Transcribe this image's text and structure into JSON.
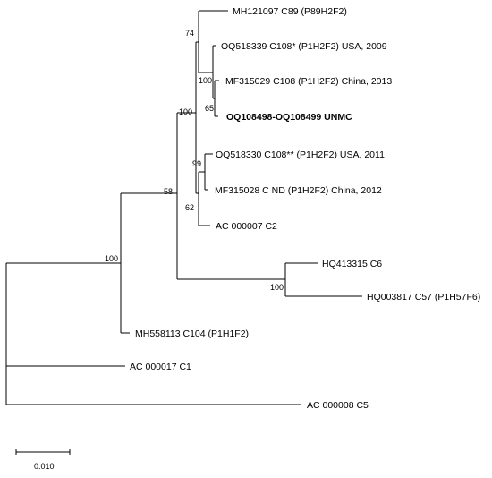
{
  "tree": {
    "taxa": [
      {
        "id": "t1",
        "label": "MH121097  C89  (P89H2F2)",
        "bold": false
      },
      {
        "id": "t2",
        "label": "OQ518339  C108*  (P1H2F2)  USA, 2009",
        "bold": false
      },
      {
        "id": "t3",
        "label": "MF315029  C108  (P1H2F2)  China, 2013",
        "bold": false
      },
      {
        "id": "t4",
        "label": "OQ108498-OQ108499  UNMC",
        "bold": true
      },
      {
        "id": "t5",
        "label": "OQ518330  C108**  (P1H2F2)  USA, 2011",
        "bold": false
      },
      {
        "id": "t6",
        "label": "MF315028  C ND  (P1H2F2)  China, 2012",
        "bold": false
      },
      {
        "id": "t7",
        "label": "AC 000007  C2",
        "bold": false
      },
      {
        "id": "t8",
        "label": "HQ413315  C6",
        "bold": false
      },
      {
        "id": "t9",
        "label": "HQ003817  C57  (P1H57F6)",
        "bold": false
      },
      {
        "id": "t10",
        "label": "MH558113  C104  (P1H1F2)",
        "bold": false
      },
      {
        "id": "t11",
        "label": "AC 000017  C1",
        "bold": false
      },
      {
        "id": "t12",
        "label": "AC 000008  C5",
        "bold": false
      }
    ],
    "bootstrap": [
      {
        "node": "n_t3_t4",
        "value": "65"
      },
      {
        "node": "n_t2_t34",
        "value": "100"
      },
      {
        "node": "n_t1_t234",
        "value": "74"
      },
      {
        "node": "n_t5_t6",
        "value": "99"
      },
      {
        "node": "n_t56_t7",
        "value": "62"
      },
      {
        "node": "n_upper",
        "value": "100"
      },
      {
        "node": "n_t8_t9",
        "value": "100"
      },
      {
        "node": "n_ingroup",
        "value": "58"
      },
      {
        "node": "n_ingroup_t10",
        "value": "100"
      }
    ],
    "scale_bar": {
      "label": "0.010",
      "length_units": 0.01
    }
  }
}
